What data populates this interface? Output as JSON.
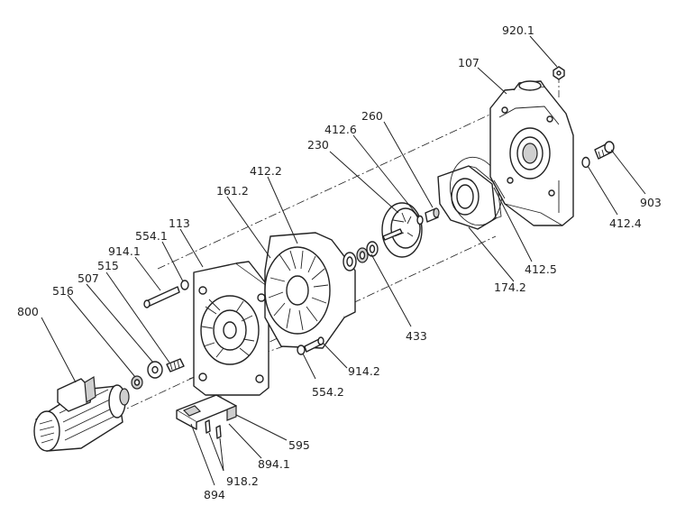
{
  "labels": {
    "l_920_1": "920.1",
    "l_107": "107",
    "l_260": "260",
    "l_412_6": "412.6",
    "l_230": "230",
    "l_412_2": "412.2",
    "l_161_2": "161.2",
    "l_113": "113",
    "l_554_1": "554.1",
    "l_914_1": "914.1",
    "l_515": "515",
    "l_507": "507",
    "l_516": "516",
    "l_800": "800",
    "l_903": "903",
    "l_412_4": "412.4",
    "l_412_5": "412.5",
    "l_174_2": "174.2",
    "l_433": "433",
    "l_914_2": "914.2",
    "l_554_2": "554.2",
    "l_595": "595",
    "l_894_1": "894.1",
    "l_918_2": "918.2",
    "l_894": "894"
  }
}
